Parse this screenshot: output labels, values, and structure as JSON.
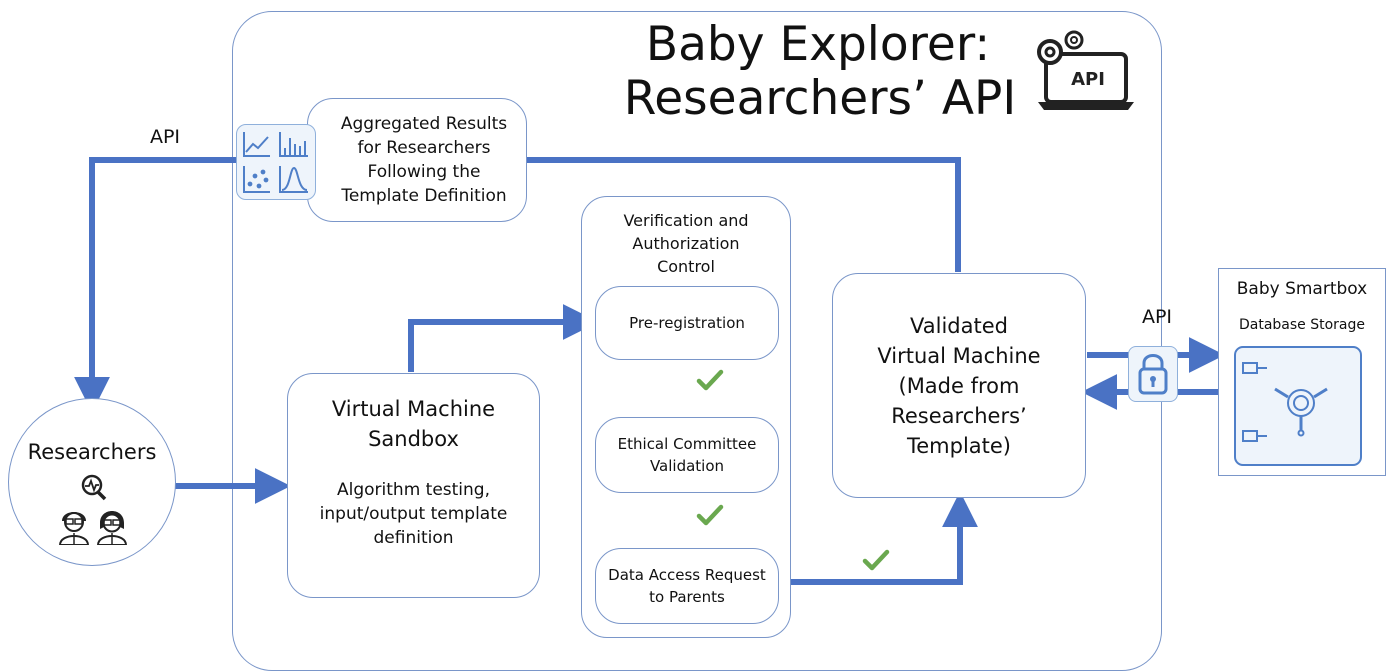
{
  "title_line1": "Baby Explorer:",
  "title_line2": "Researchers’ API",
  "title_icon": "laptop-gears-api-icon",
  "title_icon_text": "API",
  "api_label_left": "API",
  "api_label_right": "API",
  "results_box": {
    "text": "Aggregated Results\nfor Researchers\nFollowing the\nTemplate Definition",
    "icons": [
      "line-chart-icon",
      "bar-chart-icon",
      "scatter-plot-icon",
      "distribution-curve-icon"
    ]
  },
  "researchers": {
    "label": "Researchers",
    "icons": [
      "search-analysis-icon",
      "researcher-person-icon",
      "researcher-person-icon"
    ]
  },
  "sandbox": {
    "title": "Virtual Machine\nSandbox",
    "description": "Algorithm testing,\ninput/output template\ndefinition"
  },
  "verification": {
    "title": "Verification and\nAuthorization\nControl",
    "steps": [
      "Pre-registration",
      "Ethical Committee\nValidation",
      "Data Access Request\nto Parents"
    ]
  },
  "validated_vm": {
    "text": "Validated\nVirtual Machine\n(Made from\nResearchers’\nTemplate)"
  },
  "smartbox": {
    "title": "Baby Smartbox",
    "subtitle": "Database Storage",
    "icon": "safe-vault-icon"
  },
  "lock_icon": "padlock-icon",
  "check_icon": "checkmark-icon",
  "colors": {
    "arrow": "#4a72c4",
    "border": "#7a96c9",
    "check": "#6aa84f",
    "panel": "#eef4fb"
  }
}
